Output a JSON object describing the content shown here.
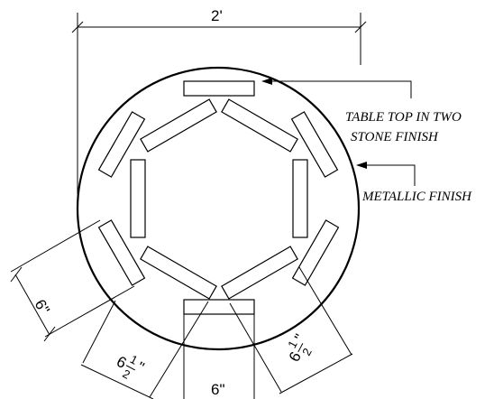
{
  "dimensions": {
    "overall_width": "2'",
    "slat_length": "6\"",
    "bottom_width": "6\"",
    "angled_whole": "6",
    "angled_numerator": "1",
    "angled_denominator": "2",
    "angled_inch_mark": "\""
  },
  "annotations": {
    "table_top_line1": "TABLE TOP IN TWO",
    "table_top_line2": "STONE FINISH",
    "metallic": "METALLIC FINISH"
  },
  "colors": {
    "ink": "#000000",
    "paper": "#ffffff"
  }
}
